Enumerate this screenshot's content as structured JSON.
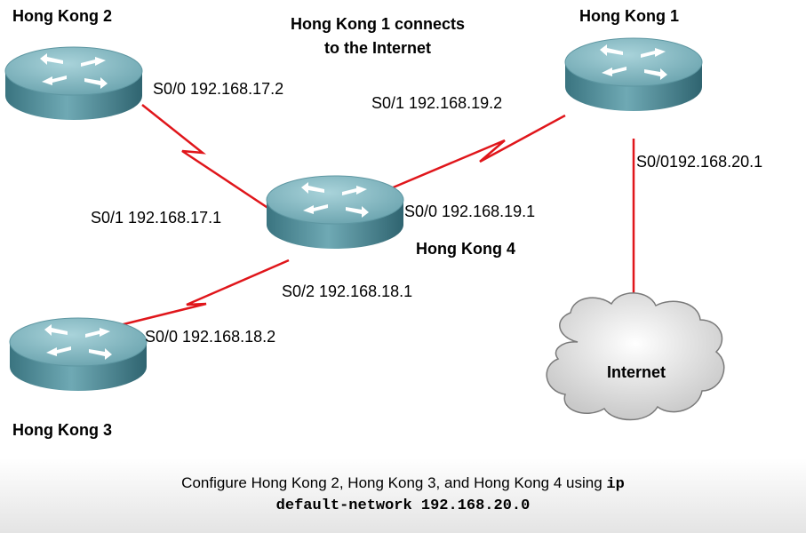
{
  "note_line1": "Hong Kong 1 connects",
  "note_line2": "to the Internet",
  "routers": {
    "hk1": {
      "name": "Hong Kong 1"
    },
    "hk2": {
      "name": "Hong Kong 2"
    },
    "hk3": {
      "name": "Hong Kong 3"
    },
    "hk4": {
      "name": "Hong Kong 4"
    }
  },
  "interfaces": {
    "hk2_s00": "S0/0 192.168.17.2",
    "hk4_s01": "S0/1 192.168.17.1",
    "hk1_s01": "S0/1 192.168.19.2",
    "hk4_s00": "S0/0 192.168.19.1",
    "hk1_s00": "S0/0192.168.20.1",
    "hk4_s02": "S0/2 192.168.18.1",
    "hk3_s00": "S0/0 192.168.18.2"
  },
  "cloud_label": "Internet",
  "caption": {
    "text1": "Configure Hong Kong 2, Hong Kong 3, and Hong Kong 4 using ",
    "cmd1": "ip",
    "cmd2": "default-network 192.168.20.0"
  },
  "colors": {
    "link": "#e0161b",
    "router_top": "#7fb5bf",
    "router_side": "#3f7f8c"
  }
}
